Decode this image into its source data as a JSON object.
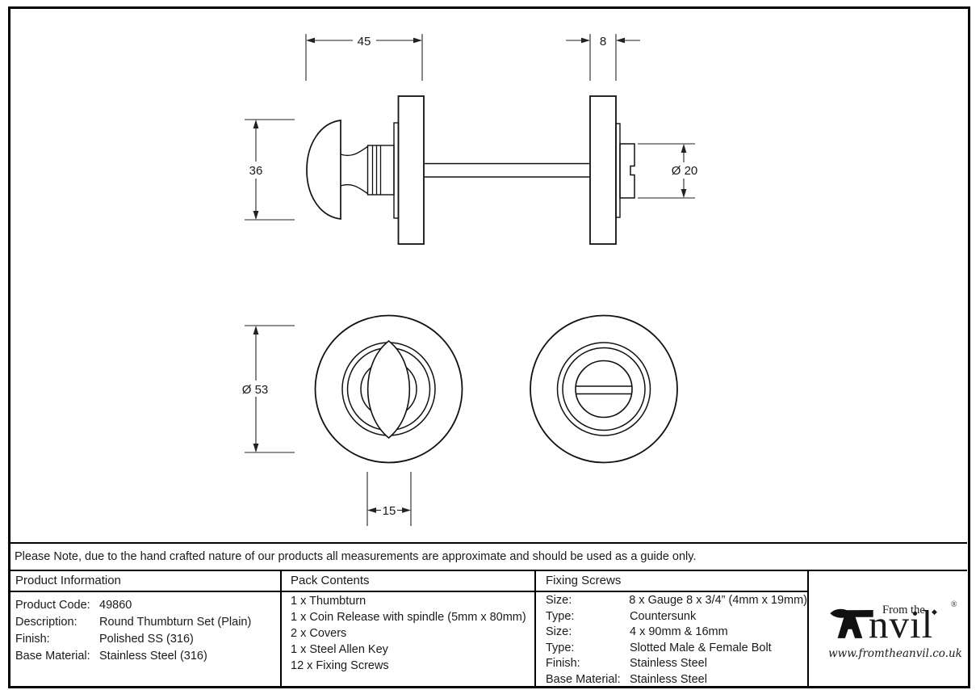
{
  "drawing": {
    "dims": {
      "overall_width": "45",
      "rose_thickness": "8",
      "knob_height": "36",
      "coin_release_dia": "Ø 20",
      "rose_dia": "Ø 53",
      "knob_width": "15"
    }
  },
  "note": "Please Note, due to the hand crafted nature of our products all measurements are approximate and should be used as a guide only.",
  "table": {
    "product_information": {
      "header": "Product Information",
      "rows": [
        {
          "label": "Product Code:",
          "value": "49860"
        },
        {
          "label": "Description:",
          "value": "Round Thumbturn Set (Plain)"
        },
        {
          "label": "Finish:",
          "value": "Polished SS (316)"
        },
        {
          "label": "Base Material:",
          "value": "Stainless Steel (316)"
        }
      ]
    },
    "pack_contents": {
      "header": "Pack Contents",
      "items": [
        "1 x Thumbturn",
        "1 x Coin Release with spindle (5mm x 80mm)",
        "2 x Covers",
        "1 x Steel Allen Key",
        "12 x Fixing Screws"
      ]
    },
    "fixing_screws": {
      "header": "Fixing Screws",
      "rows": [
        {
          "label": "Size:",
          "value": "8 x Gauge 8 x 3/4” (4mm x 19mm)"
        },
        {
          "label": "Type:",
          "value": "Countersunk"
        },
        {
          "label": "Size:",
          "value": "4 x 90mm & 16mm"
        },
        {
          "label": "Type:",
          "value": "Slotted Male & Female Bolt"
        },
        {
          "label": "Finish:",
          "value": "Stainless Steel"
        },
        {
          "label": "Base Material:",
          "value": "Stainless Steel"
        }
      ]
    }
  },
  "logo": {
    "tagline": "From the",
    "brand": "nvil",
    "tittle": "◆",
    "registered": "®",
    "website": "www.fromtheanvil.co.uk"
  }
}
